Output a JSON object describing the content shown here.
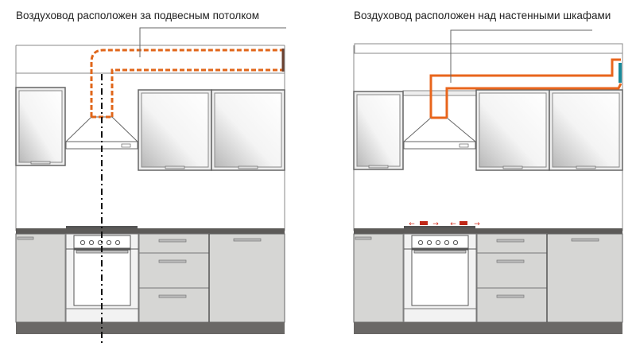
{
  "panels": [
    {
      "title": "Воздуховод расположен за подвесным потолком",
      "duct_style": "dashed",
      "duct_color": "#e0661a"
    },
    {
      "title": "Воздуховод расположен над настенными шкафами",
      "duct_style": "solid",
      "duct_color": "#e8651c",
      "outlet_color": "#1a8a9a"
    }
  ],
  "colors": {
    "cabinet": "#d6d6d4",
    "countertop": "#5c5a58",
    "plinth": "#6a6866",
    "line": "#555555"
  }
}
